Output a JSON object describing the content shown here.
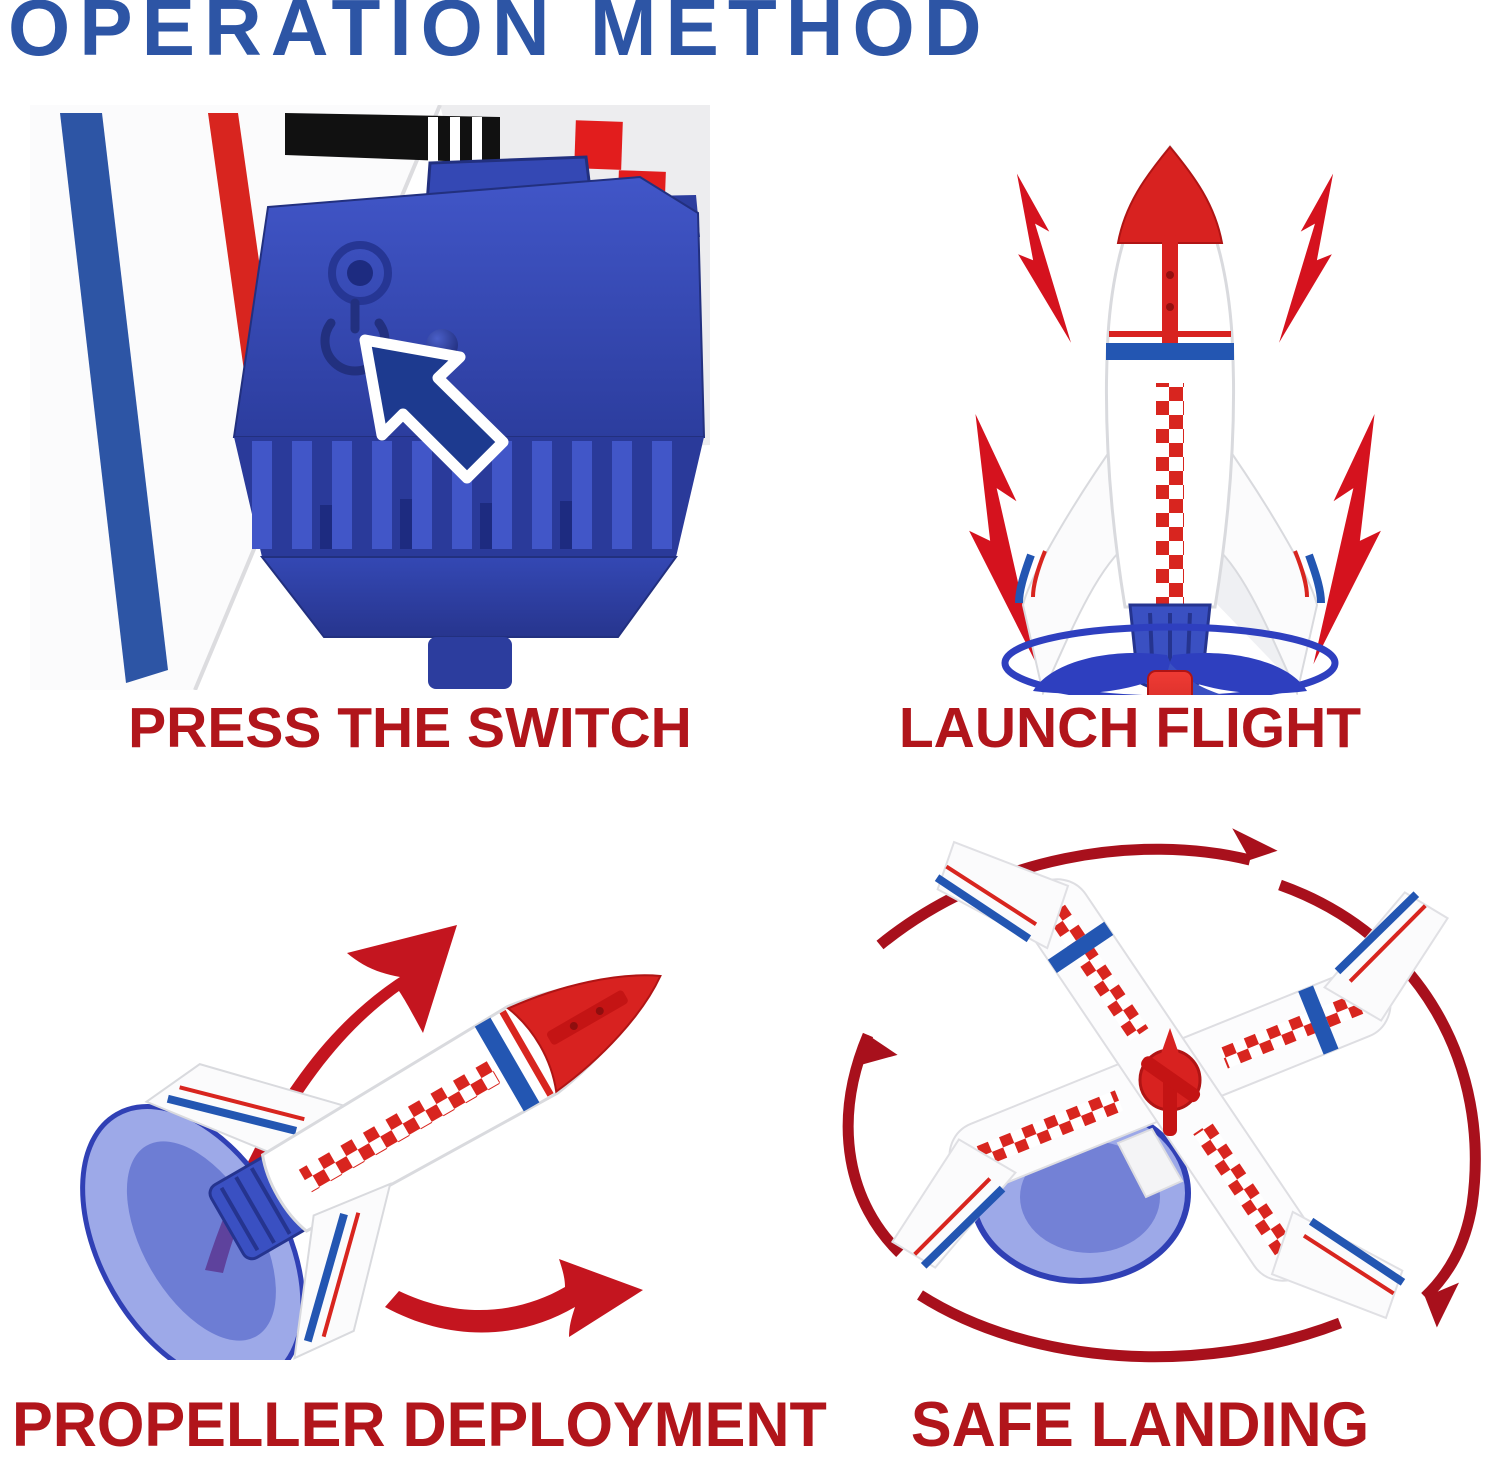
{
  "title": "OPERATION METHOD",
  "steps": [
    {
      "id": "press-the-switch",
      "label": "PRESS THE SWITCH",
      "illustration": "launcher-switch-closeup"
    },
    {
      "id": "launch-flight",
      "label": "LAUNCH FLIGHT",
      "illustration": "rocket-on-launchpad"
    },
    {
      "id": "propeller-deployment",
      "label": "PROPELLER DEPLOYMENT",
      "illustration": "rocket-propeller-deployed"
    },
    {
      "id": "safe-landing",
      "label": "SAFE LANDING",
      "illustration": "rocket-spinning-descent"
    }
  ],
  "icons": {
    "cursor": "cursor-arrow-icon",
    "launch_arrows": "up-bolt-arrow-icon",
    "deploy_arrows": "curved-swoosh-arrow-icon",
    "spin_arrows": "circular-spin-arrow-icon"
  },
  "colors": {
    "title_blue": "#2d55a5",
    "label_red": "#b1151b",
    "arrow_red": "#c4161c",
    "spin_arrow_red": "#a8101c",
    "launcher_blue": "#3a50c2",
    "launcher_blue_dark": "#27358e",
    "cursor_navy": "#1d3a8f",
    "rocket_red": "#d82220",
    "stripe_blue": "#2356b2",
    "checker_red": "#d8251f",
    "suction_blue": "#4d62d6",
    "tripod_red": "#e03030"
  }
}
